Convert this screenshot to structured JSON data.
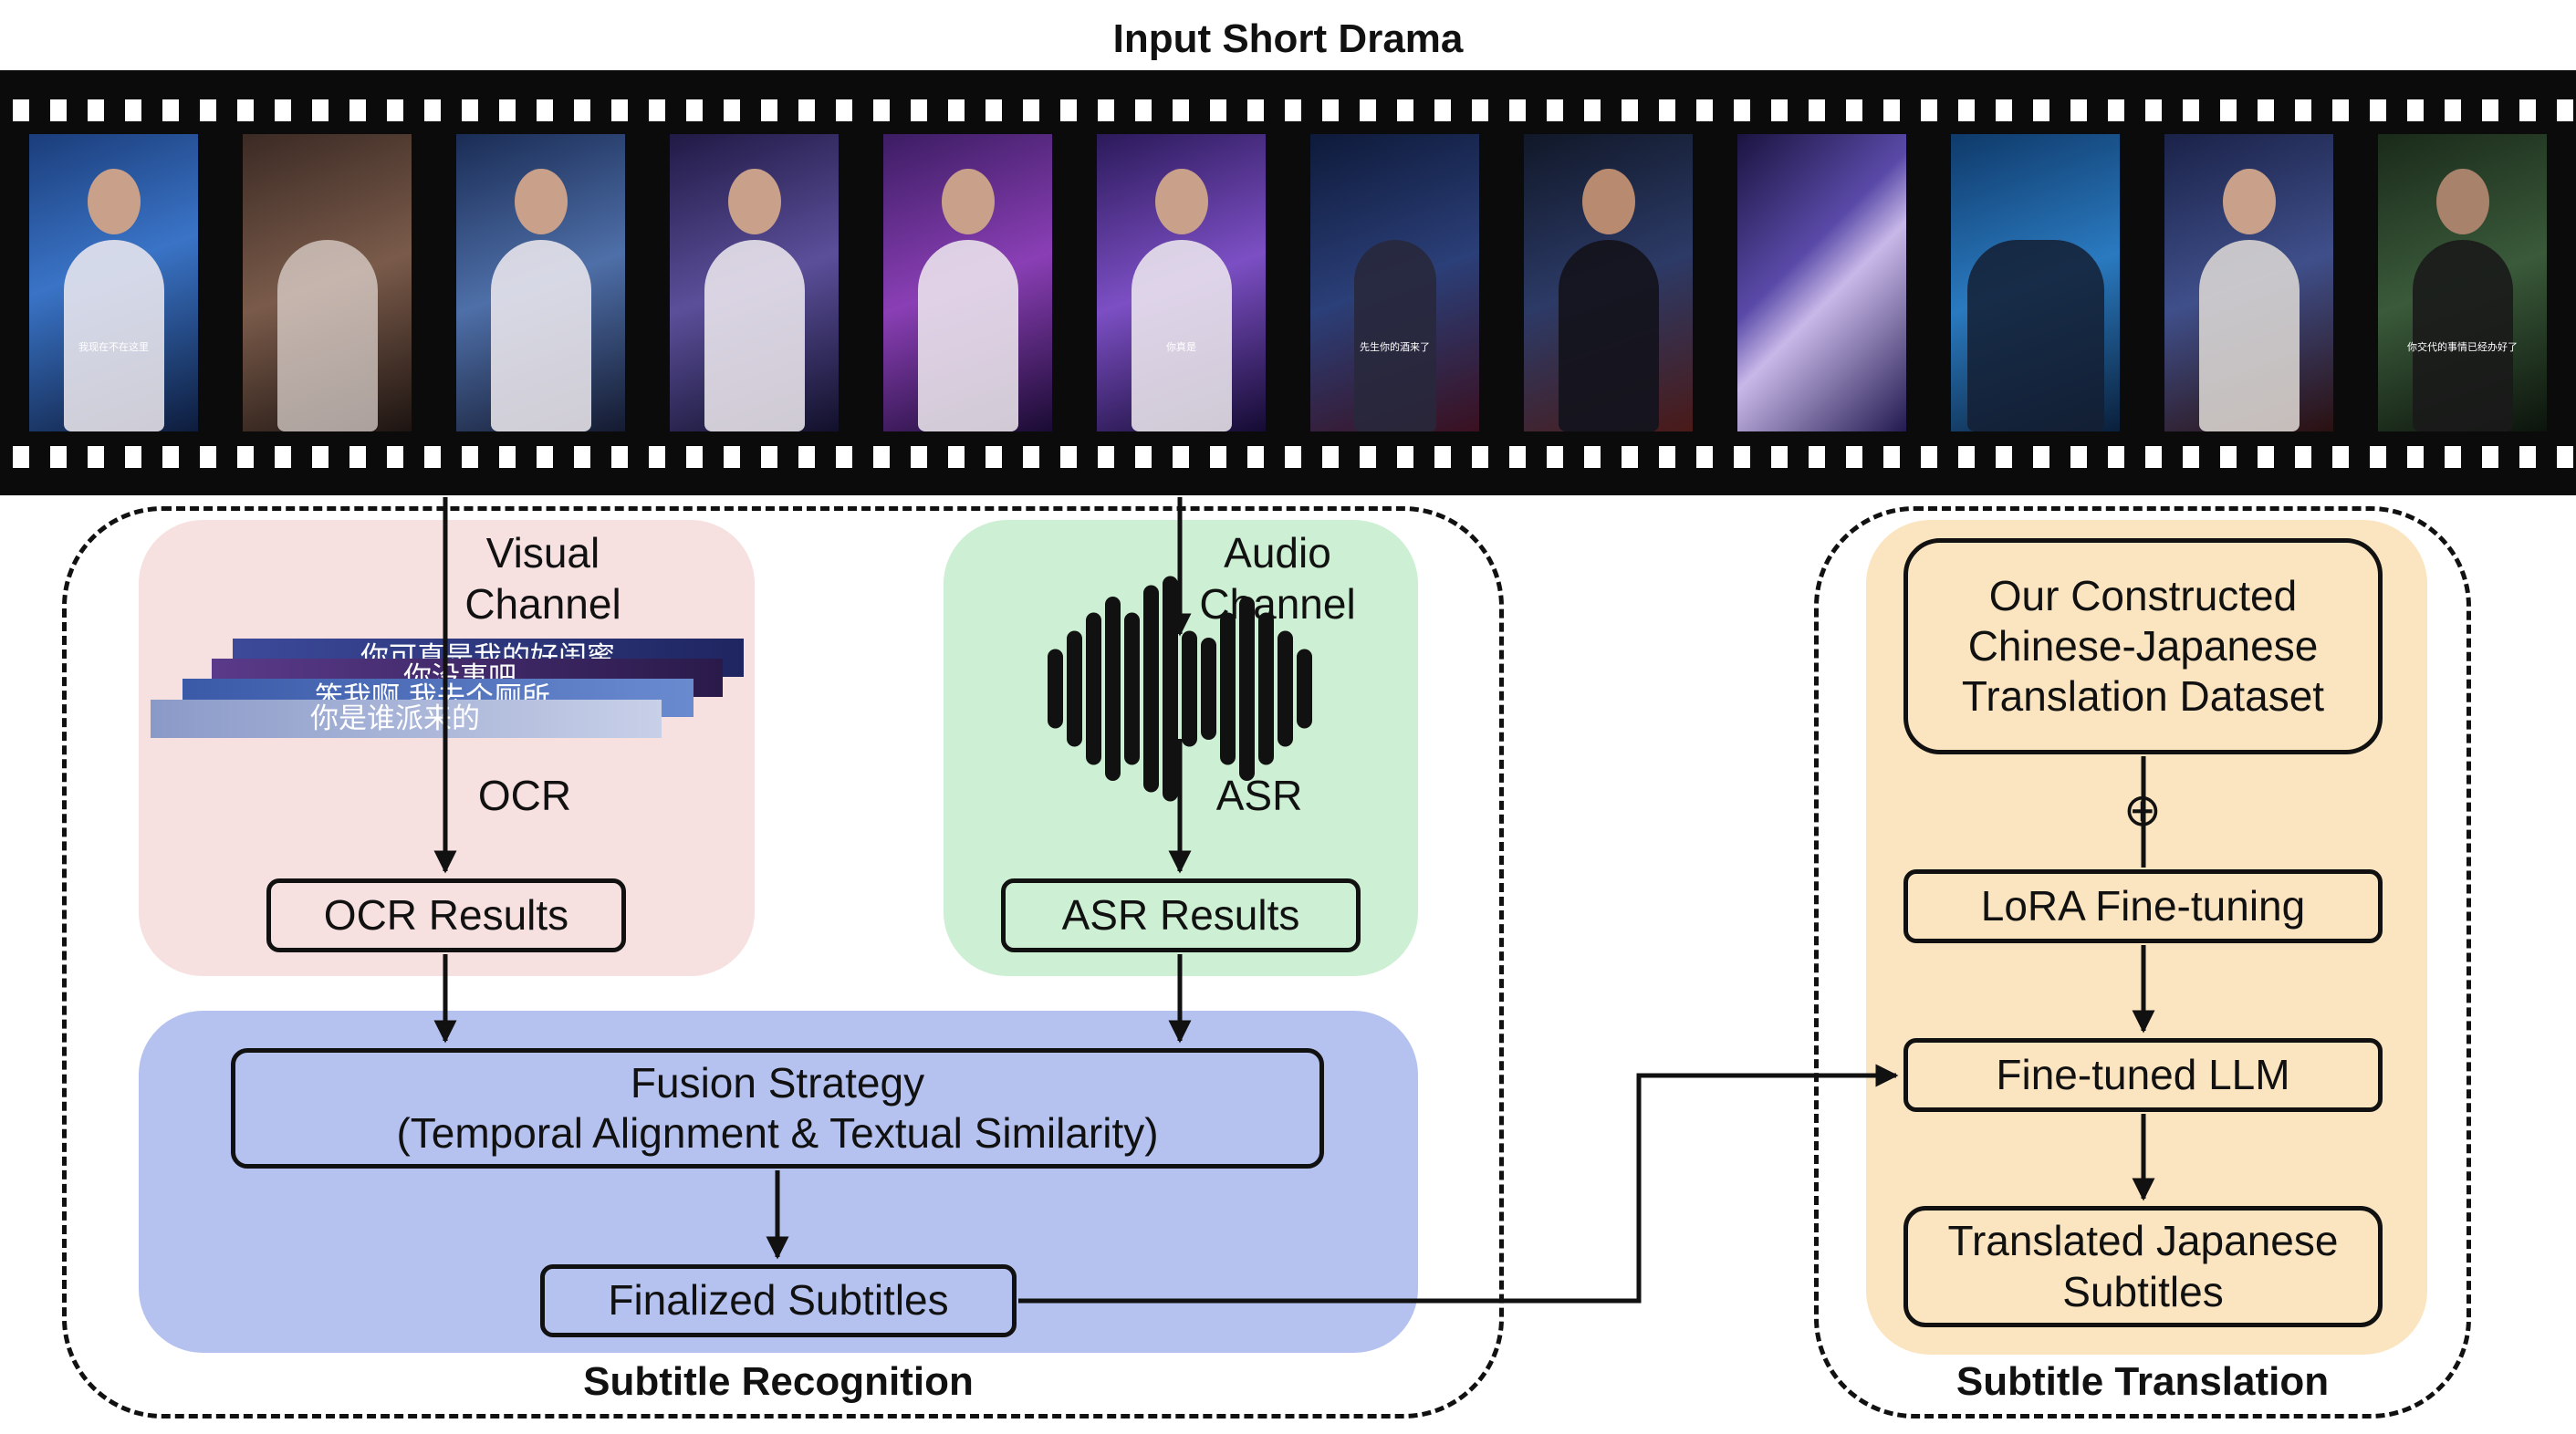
{
  "title": "Input Short Drama",
  "film_subtitles": [
    "我现在不在这里",
    "",
    "",
    "",
    "",
    "你真是",
    "先生你的酒来了",
    "",
    "",
    "",
    "",
    "你交代的事情已经办好了"
  ],
  "visual": {
    "channel_line1": "Visual",
    "channel_line2": "Channel",
    "ocr_label": "OCR",
    "ocr_results": "OCR Results",
    "subtitle_strips": [
      "你可真是我的好闺蜜",
      "你没事吧",
      "笨我啊 我去个厕所",
      "你是谁派来的"
    ]
  },
  "audio": {
    "channel_line1": "Audio",
    "channel_line2": "Channel",
    "asr_label": "ASR",
    "asr_results": "ASR Results"
  },
  "fusion": {
    "line1": "Fusion Strategy",
    "line2": "(Temporal Alignment & Textual Similarity)",
    "finalized": "Finalized Subtitles"
  },
  "recognition_label": "Subtitle Recognition",
  "translation": {
    "dataset_line1": "Our Constructed",
    "dataset_line2": "Chinese-Japanese",
    "dataset_line3": "Translation Dataset",
    "plus_symbol": "⊕",
    "lora": "LoRA Fine-tuning",
    "llm": "Fine-tuned LLM",
    "output_line1": "Translated Japanese",
    "output_line2": "Subtitles",
    "label": "Subtitle Translation"
  },
  "colors": {
    "visual_bg": "#f6e0e0",
    "audio_bg": "#cdefd3",
    "fusion_bg": "#b5c2f0",
    "translation_bg": "#fbe5c1"
  }
}
